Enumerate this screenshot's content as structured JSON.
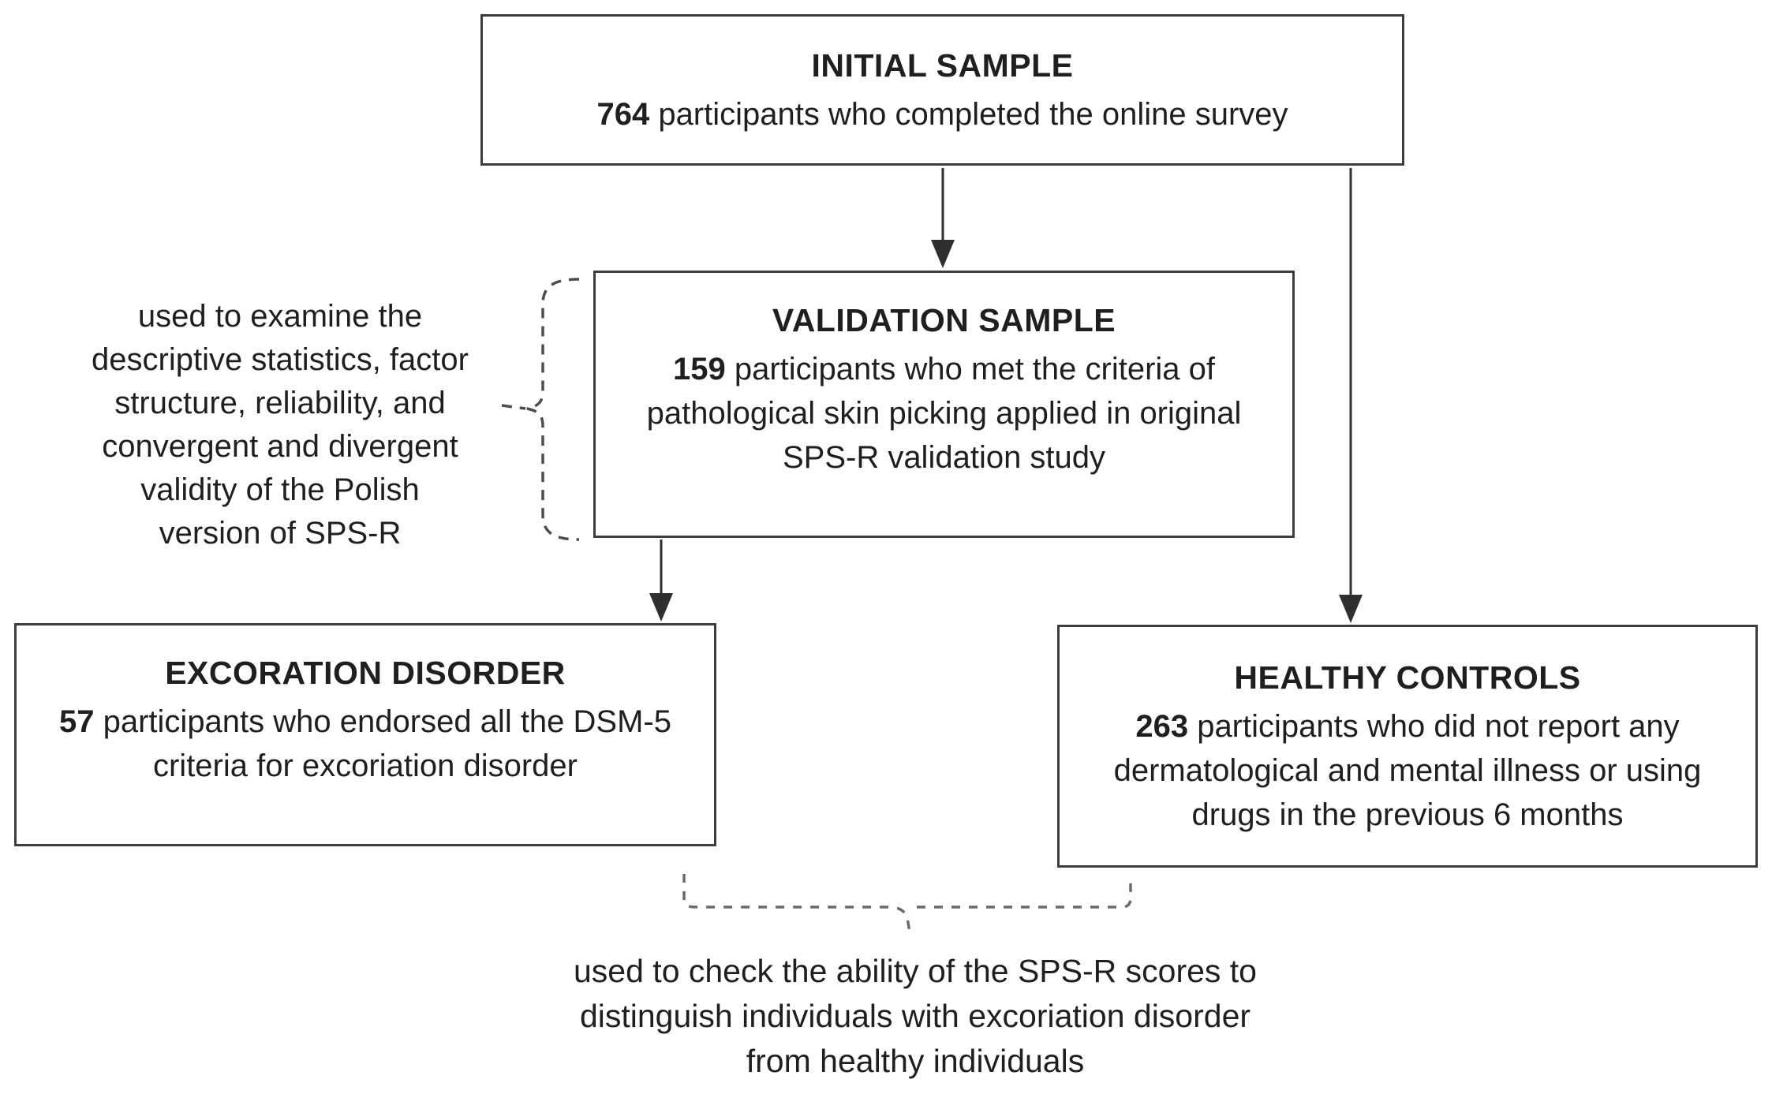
{
  "figure": {
    "boxes": {
      "initial": {
        "title": "INITIAL SAMPLE",
        "count": "764",
        "desc_lines": [
          " participants who completed the online survey"
        ]
      },
      "validation": {
        "title": "VALIDATION SAMPLE",
        "count": "159",
        "desc_lines": [
          " participants who met the criteria of",
          "pathological skin picking applied in original",
          "SPS-R validation study"
        ]
      },
      "excoriation": {
        "title": "EXCORATION DISORDER",
        "count": "57",
        "desc_lines": [
          " participants who endorsed all the DSM-5",
          "criteria for excoriation disorder"
        ]
      },
      "healthy": {
        "title": "HEALTHY CONTROLS",
        "count": "263",
        "desc_lines": [
          " participants who did not report any",
          "dermatological and mental illness or using",
          "drugs in the previous 6 months"
        ]
      }
    },
    "notes": {
      "left_note_lines": [
        "used to examine the",
        "descriptive statistics, factor",
        "structure, reliability, and",
        "convergent and divergent",
        "validity of the Polish",
        "version of SPS-R"
      ],
      "bottom_note_lines": [
        "used to check the ability of the SPS-R scores to",
        "distinguish individuals with excoriation disorder",
        "from healthy individuals"
      ]
    },
    "colors": {
      "text": "#1f1f1f",
      "box_border": "#3d3d3d",
      "arrow": "#2f2f2f",
      "left_brace_dash": "#4d4d4d",
      "bottom_brace_dash": "#6a6a6a"
    }
  }
}
